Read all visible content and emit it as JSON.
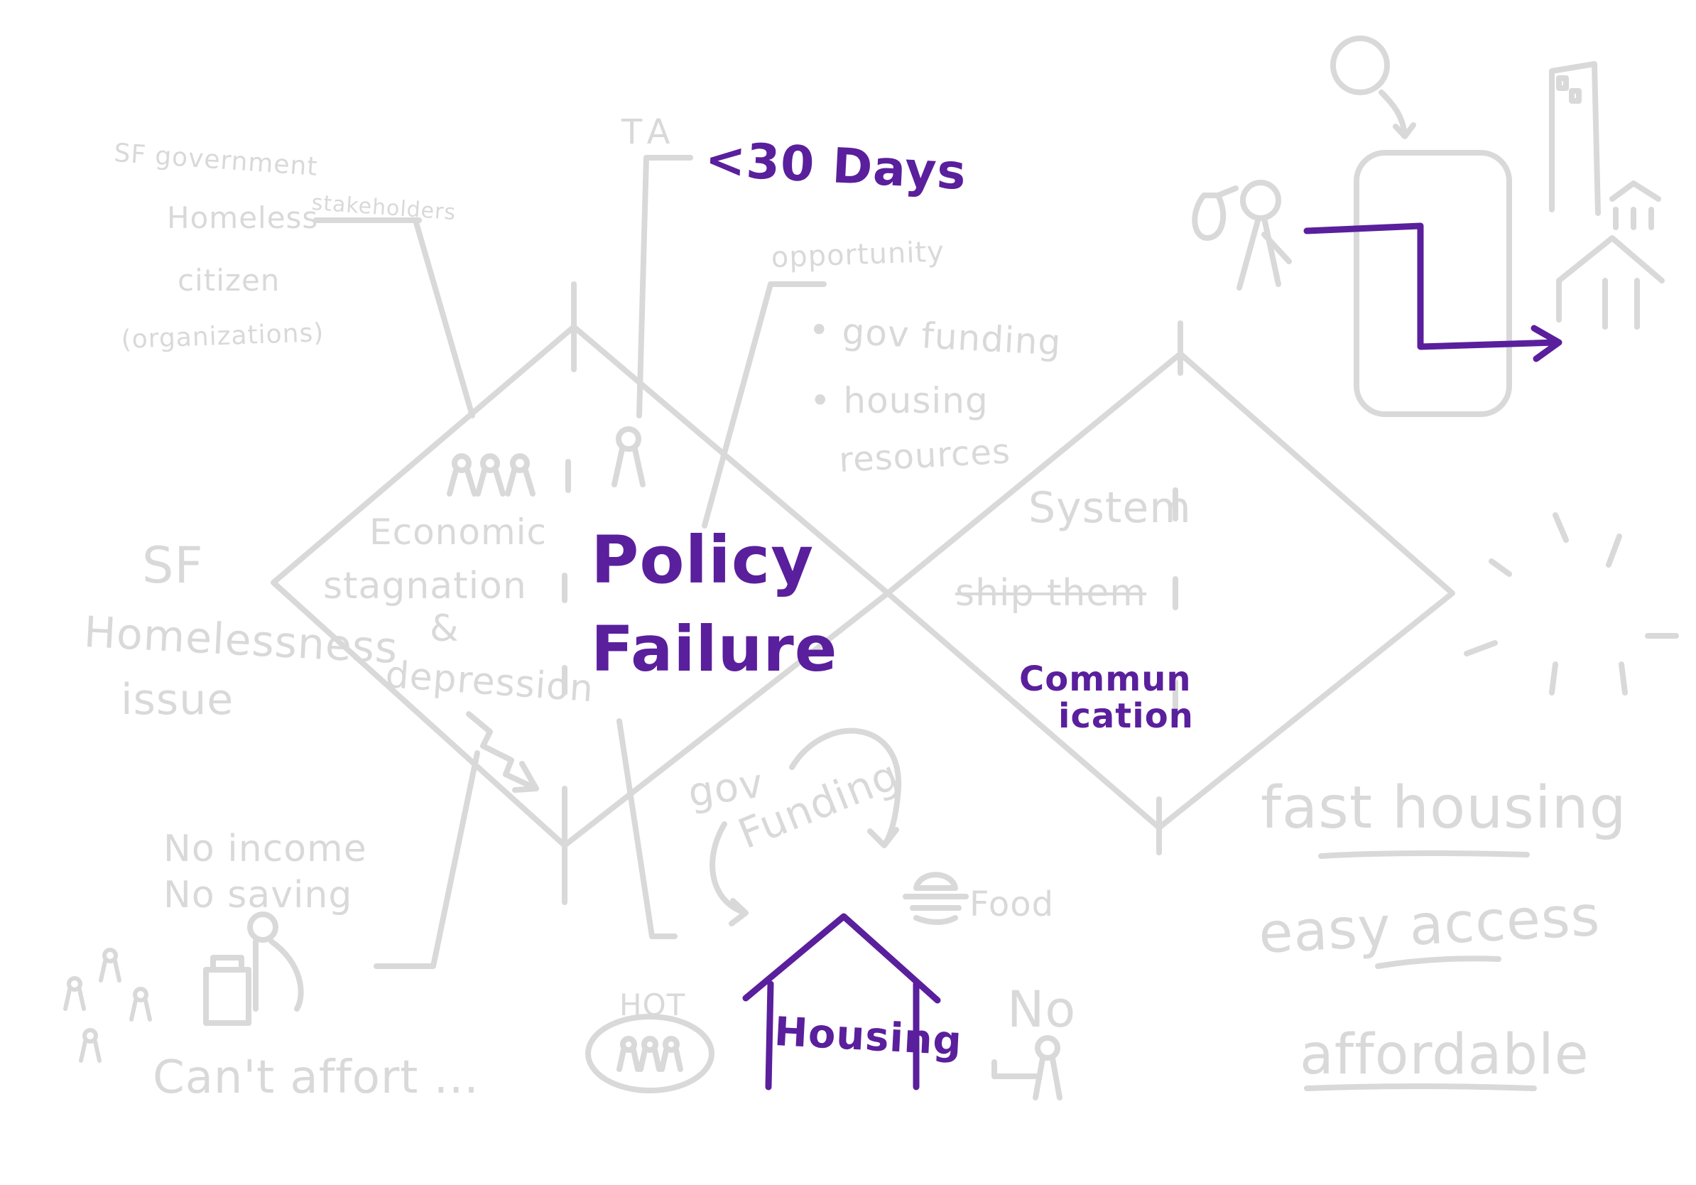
{
  "colors": {
    "sketch_gray": "#d9d9d9",
    "accent_purple": "#5a1f9c",
    "background": "#ffffff"
  },
  "stakeholders": {
    "heading": "stakeholders",
    "items": [
      "SF government",
      "Homeless",
      "citizen",
      "(organizations)"
    ]
  },
  "problem": {
    "line1": "SF",
    "line2": "Homelessness",
    "line3": "issue"
  },
  "ta_label": "TA",
  "days_label": "<30 Days",
  "opportunity": {
    "heading": "opportunity",
    "items": [
      "gov funding",
      "housing",
      "resources"
    ]
  },
  "economic": {
    "line1": "Economic",
    "line2": "stagnation",
    "line3": "&",
    "line4": "depression"
  },
  "policy": {
    "line1": "Policy",
    "line2": "Failure"
  },
  "second_diamond": {
    "system": "System",
    "ship_them": "ship them",
    "comm1": "Commun",
    "comm2": "ication"
  },
  "consequences": {
    "no_income": "No income",
    "no_saving": "No saving",
    "cant_afford": "Can't affort ..."
  },
  "hot_label": "HOT",
  "gov_funding": {
    "gov": "gov",
    "funding": "Funding"
  },
  "food_label": "Food",
  "housing_label": "Housing",
  "no_label": "No",
  "solutions": {
    "fast": "fast housing",
    "easy": "easy access",
    "affordable": "affordable"
  },
  "icons": [
    "money-icon",
    "stick-figure-icon",
    "house-icon",
    "building-icon",
    "burger-icon",
    "group-icon",
    "lightbulb-rays-icon"
  ]
}
